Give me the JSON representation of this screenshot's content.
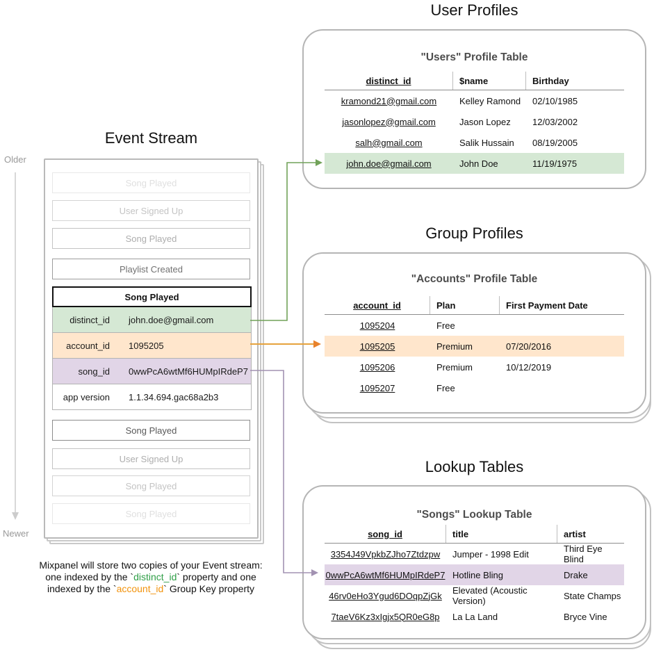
{
  "titles": {
    "event_stream": "Event Stream",
    "user_profiles": "User Profiles",
    "group_profiles": "Group Profiles",
    "lookup_tables": "Lookup Tables"
  },
  "timeline": {
    "older": "Older",
    "newer": "Newer"
  },
  "event_stream": {
    "events_before": [
      {
        "label": "Song Played"
      },
      {
        "label": "User Signed Up"
      },
      {
        "label": "Song Played"
      },
      {
        "label": "Playlist Created"
      }
    ],
    "expanded_event": {
      "title": "Song Played",
      "properties": [
        {
          "key": "distinct_id",
          "value": "john.doe@gmail.com",
          "highlight": "green"
        },
        {
          "key": "account_id",
          "value": "1095205",
          "highlight": "orange"
        },
        {
          "key": "song_id",
          "value": "0wwPcA6wtMf6HUMpIRdeP7",
          "highlight": "purple"
        },
        {
          "key": "app version",
          "value": "1.1.34.694.gac68a2b3",
          "highlight": "none"
        }
      ]
    },
    "events_after": [
      {
        "label": "Song Played"
      },
      {
        "label": "User Signed Up"
      },
      {
        "label": "Song Played"
      },
      {
        "label": "Song Played"
      }
    ]
  },
  "users_table": {
    "title": "\"Users\" Profile Table",
    "columns": [
      "distinct_id",
      "$name",
      "Birthday"
    ],
    "rows": [
      [
        "kramond21@gmail.com",
        "Kelley Ramond",
        "02/10/1985"
      ],
      [
        "jasonlopez@gmail.com",
        "Jason Lopez",
        "12/03/2002"
      ],
      [
        "salh@gmail.com",
        "Salik Hussain",
        "08/19/2005"
      ],
      [
        "john.doe@gmail.com",
        "John Doe",
        "11/19/1975"
      ]
    ],
    "highlighted_row_index": 3
  },
  "accounts_table": {
    "title": "\"Accounts\" Profile Table",
    "columns": [
      "account_id",
      "Plan",
      "First Payment Date"
    ],
    "rows": [
      [
        "1095204",
        "Free",
        ""
      ],
      [
        "1095205",
        "Premium",
        "07/20/2016"
      ],
      [
        "1095206",
        "Premium",
        "10/12/2019"
      ],
      [
        "1095207",
        "Free",
        ""
      ]
    ],
    "highlighted_row_index": 1
  },
  "songs_table": {
    "title": "\"Songs\" Lookup Table",
    "columns": [
      "song_id",
      "title",
      "artist"
    ],
    "rows": [
      [
        "3354J49VpkbZJho7Ztdzpw",
        "Jumper - 1998 Edit",
        "Third Eye Blind"
      ],
      [
        "0wwPcA6wtMf6HUMpIRdeP7",
        "Hotline Bling",
        "Drake"
      ],
      [
        "46rv0eHo3Ygud6DOqpZjGk",
        "Elevated (Acoustic Version)",
        "State Champs"
      ],
      [
        "7taeV6Kz3xIgjx5QR0eG8p",
        "La La Land",
        "Bryce Vine"
      ]
    ],
    "highlighted_row_index": 1
  },
  "caption": {
    "line1": "Mixpanel will store two copies of your Event stream:",
    "line2_pre": "one indexed by the `",
    "line2_code": "distinct_id",
    "line2_post": "` property and one",
    "line3_pre": "indexed by the `",
    "line3_code": "account_id",
    "line3_post": "` Group Key property"
  },
  "colors": {
    "green_highlight": "#d5e8d4",
    "orange_highlight": "#ffe6cc",
    "purple_highlight": "#e1d5e7",
    "green_arrow": "#71a259",
    "orange_arrow": "#e6a23c",
    "purple_arrow": "#a292b2",
    "green_text": "#2e9e46",
    "orange_text": "#f2930d"
  }
}
